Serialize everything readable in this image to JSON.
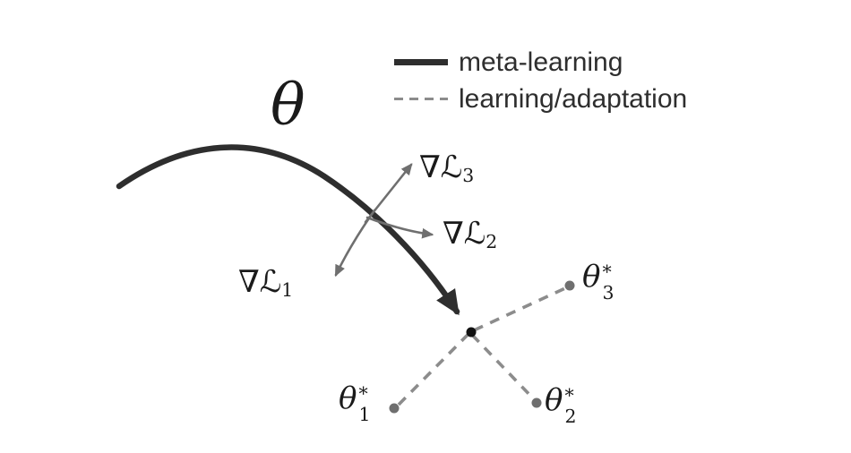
{
  "legend": {
    "items": [
      {
        "id": "meta-learning",
        "style": "solid",
        "label": "meta-learning"
      },
      {
        "id": "learning-adaptation",
        "style": "dashed",
        "label": "learning/adaptation"
      }
    ]
  },
  "labels": {
    "theta": "θ",
    "grad3": {
      "symbol": "∇ℒ",
      "sub": "3"
    },
    "grad2": {
      "symbol": "∇ℒ",
      "sub": "2"
    },
    "grad1": {
      "symbol": "∇ℒ",
      "sub": "1"
    },
    "theta3": {
      "base": "θ",
      "sup": "*",
      "sub": "3"
    },
    "theta2": {
      "base": "θ",
      "sup": "*",
      "sub": "2"
    },
    "theta1": {
      "base": "θ",
      "sup": "*",
      "sub": "1"
    }
  },
  "colors": {
    "curve": "#2e2e2e",
    "gray": "#6f6f6f",
    "dash": "#8c8c8c",
    "text": "#1a1a1a",
    "legendText": "#2e2e2e",
    "background": "#ffffff"
  }
}
